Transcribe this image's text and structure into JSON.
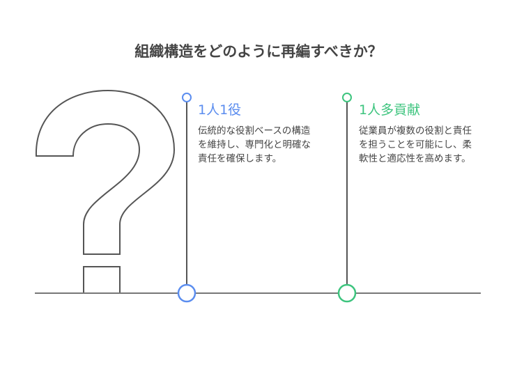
{
  "title": "組織構造をどのように再編すべきか？",
  "options": [
    {
      "heading": "1人1役",
      "description": "伝統的な役割ベースの構造を維持し、専門化と明確な責任を確保します。",
      "color": "#5b8def"
    },
    {
      "heading": "1人多貢献",
      "description": "従業員が複数の役割と責任を担うことを可能にし、柔軟性と適応性を高めます。",
      "color": "#3dc47e"
    }
  ]
}
